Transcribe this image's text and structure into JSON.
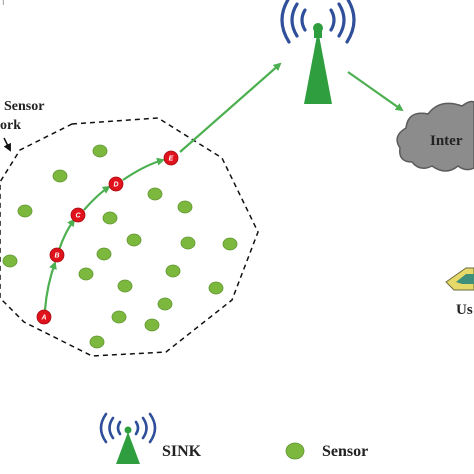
{
  "colors": {
    "sensor_fill": "#7cb83e",
    "sensor_stroke": "#5e9530",
    "route_node": "#e0121b",
    "route_arrow": "#4caf50",
    "tower_green": "#2e9e3e",
    "tower_waves": "#2f4f9b",
    "cloud": "#8c8c8c",
    "network_border": "#111111"
  },
  "labels": {
    "network_label_line1": "Sensor",
    "network_label_line2": "ork",
    "internet": "Inter",
    "user": "Us"
  },
  "route_nodes": [
    "A",
    "B",
    "C",
    "D",
    "E"
  ],
  "legend": {
    "sink_icon": "sink-tower-icon",
    "sink_label": "SINK",
    "sensor_icon": "sensor-dot-icon",
    "sensor_label": "Sensor"
  }
}
